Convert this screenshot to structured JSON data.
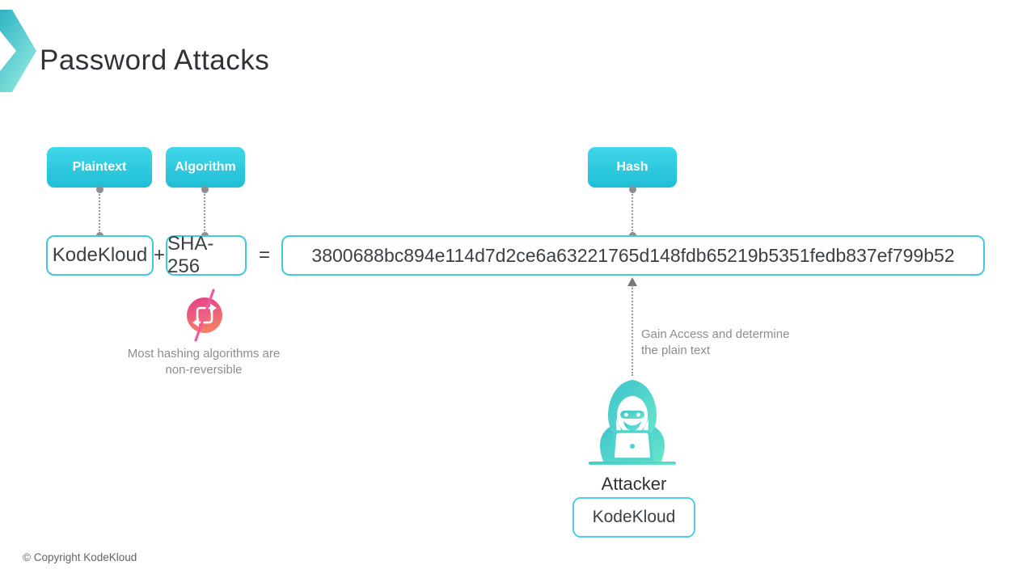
{
  "slide": {
    "title": "Password Attacks",
    "copyright": "© Copyright KodeKloud"
  },
  "labels": {
    "plaintext": "Plaintext",
    "algorithm": "Algorithm",
    "hash": "Hash"
  },
  "equation": {
    "plaintext_value": "KodeKloud",
    "operator_plus": "+",
    "algorithm_value": "SHA-256",
    "operator_equals": "=",
    "hash_value": "3800688bc894e114d7d2ce6a63221765d148fdb65219b5351fedb837ef799b52"
  },
  "annotations": {
    "non_reversible": {
      "line1": "Most hashing algorithms are",
      "line2": "non-reversible"
    },
    "gain_access": {
      "line1": "Gain Access and determine",
      "line2": "the plain text"
    }
  },
  "attacker": {
    "label": "Attacker",
    "guess_value": "KodeKloud"
  },
  "icons": {
    "logo": "kodekloud-chevron-logo",
    "non_reversible": "swap-arrows-crossed-icon",
    "attacker": "hooded-hacker-with-laptop-icon"
  },
  "colors": {
    "badge_gradient_top": "#41d6e9",
    "badge_gradient_bottom": "#1fbed6",
    "box_border_cyan": "#41c9dd",
    "text_dark": "#3b4045",
    "text_gray": "#8a8d91",
    "connector_gray": "#9a9a9a",
    "pink_gradient_top": "#e73c8e",
    "pink_gradient_bottom": "#f37e68",
    "teal_gradient_dark": "#3fc7cd",
    "teal_gradient_light": "#66e4cc"
  }
}
